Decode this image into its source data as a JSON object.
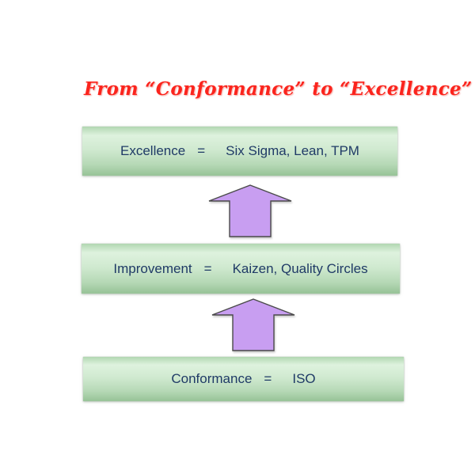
{
  "title": {
    "text": "From “Conformance”  to “Excellence”"
  },
  "colors": {
    "background": "#ffffff",
    "title-red": "#fb241d",
    "bar-text": "#1f3a66",
    "bar-green-edge": "#b1d7b1",
    "bar-green-light": "#def2de",
    "bar-green-dark": "#9ac59a",
    "arrow-fill": "#c89ef1",
    "arrow-stroke": "#4a4a4a"
  },
  "diagram": {
    "levels": [
      {
        "name": "excellence",
        "label": "Excellence",
        "eq": "=",
        "value": "Six Sigma, Lean, TPM"
      },
      {
        "name": "improvement",
        "label": "Improvement",
        "eq": "=",
        "value": "Kaizen, Quality Circles"
      },
      {
        "name": "conformance",
        "label": "Conformance",
        "eq": "=",
        "value": "ISO"
      }
    ],
    "arrows": [
      {
        "name": "up-arrow-improvement-to-excellence",
        "direction": "up"
      },
      {
        "name": "up-arrow-conformance-to-improvement",
        "direction": "up"
      }
    ]
  }
}
